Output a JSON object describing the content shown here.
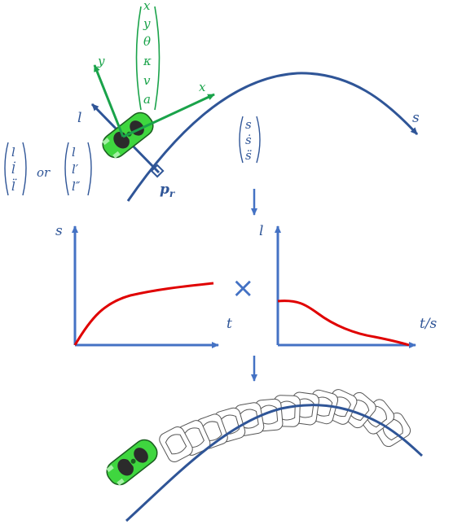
{
  "top": {
    "frenet_s_label": "s",
    "frenet_l_label": "l",
    "cart_x_label": "x",
    "cart_y_label": "y",
    "proj_point_label": "p",
    "proj_point_sub": "r",
    "state_vector": [
      "x",
      "y",
      "θ",
      "κ",
      "v",
      "a"
    ],
    "s_vector": [
      "s",
      "ṡ",
      "s̈"
    ],
    "l_time_vector": [
      "l",
      "l̇",
      "l̈"
    ],
    "l_space_vector": [
      "l",
      "l′",
      "l″"
    ],
    "or_text": "or"
  },
  "middle": {
    "left_plot": {
      "ylabel": "s",
      "xlabel": "t"
    },
    "right_plot": {
      "ylabel": "l",
      "xlabel": "t/s"
    },
    "times_symbol": "×"
  },
  "colors": {
    "axis_blue": "#4472c4",
    "road_blue": "#2f5597",
    "green": "#1aa34a",
    "curve_red": "#e00000",
    "car_green": "#3fd63f"
  }
}
